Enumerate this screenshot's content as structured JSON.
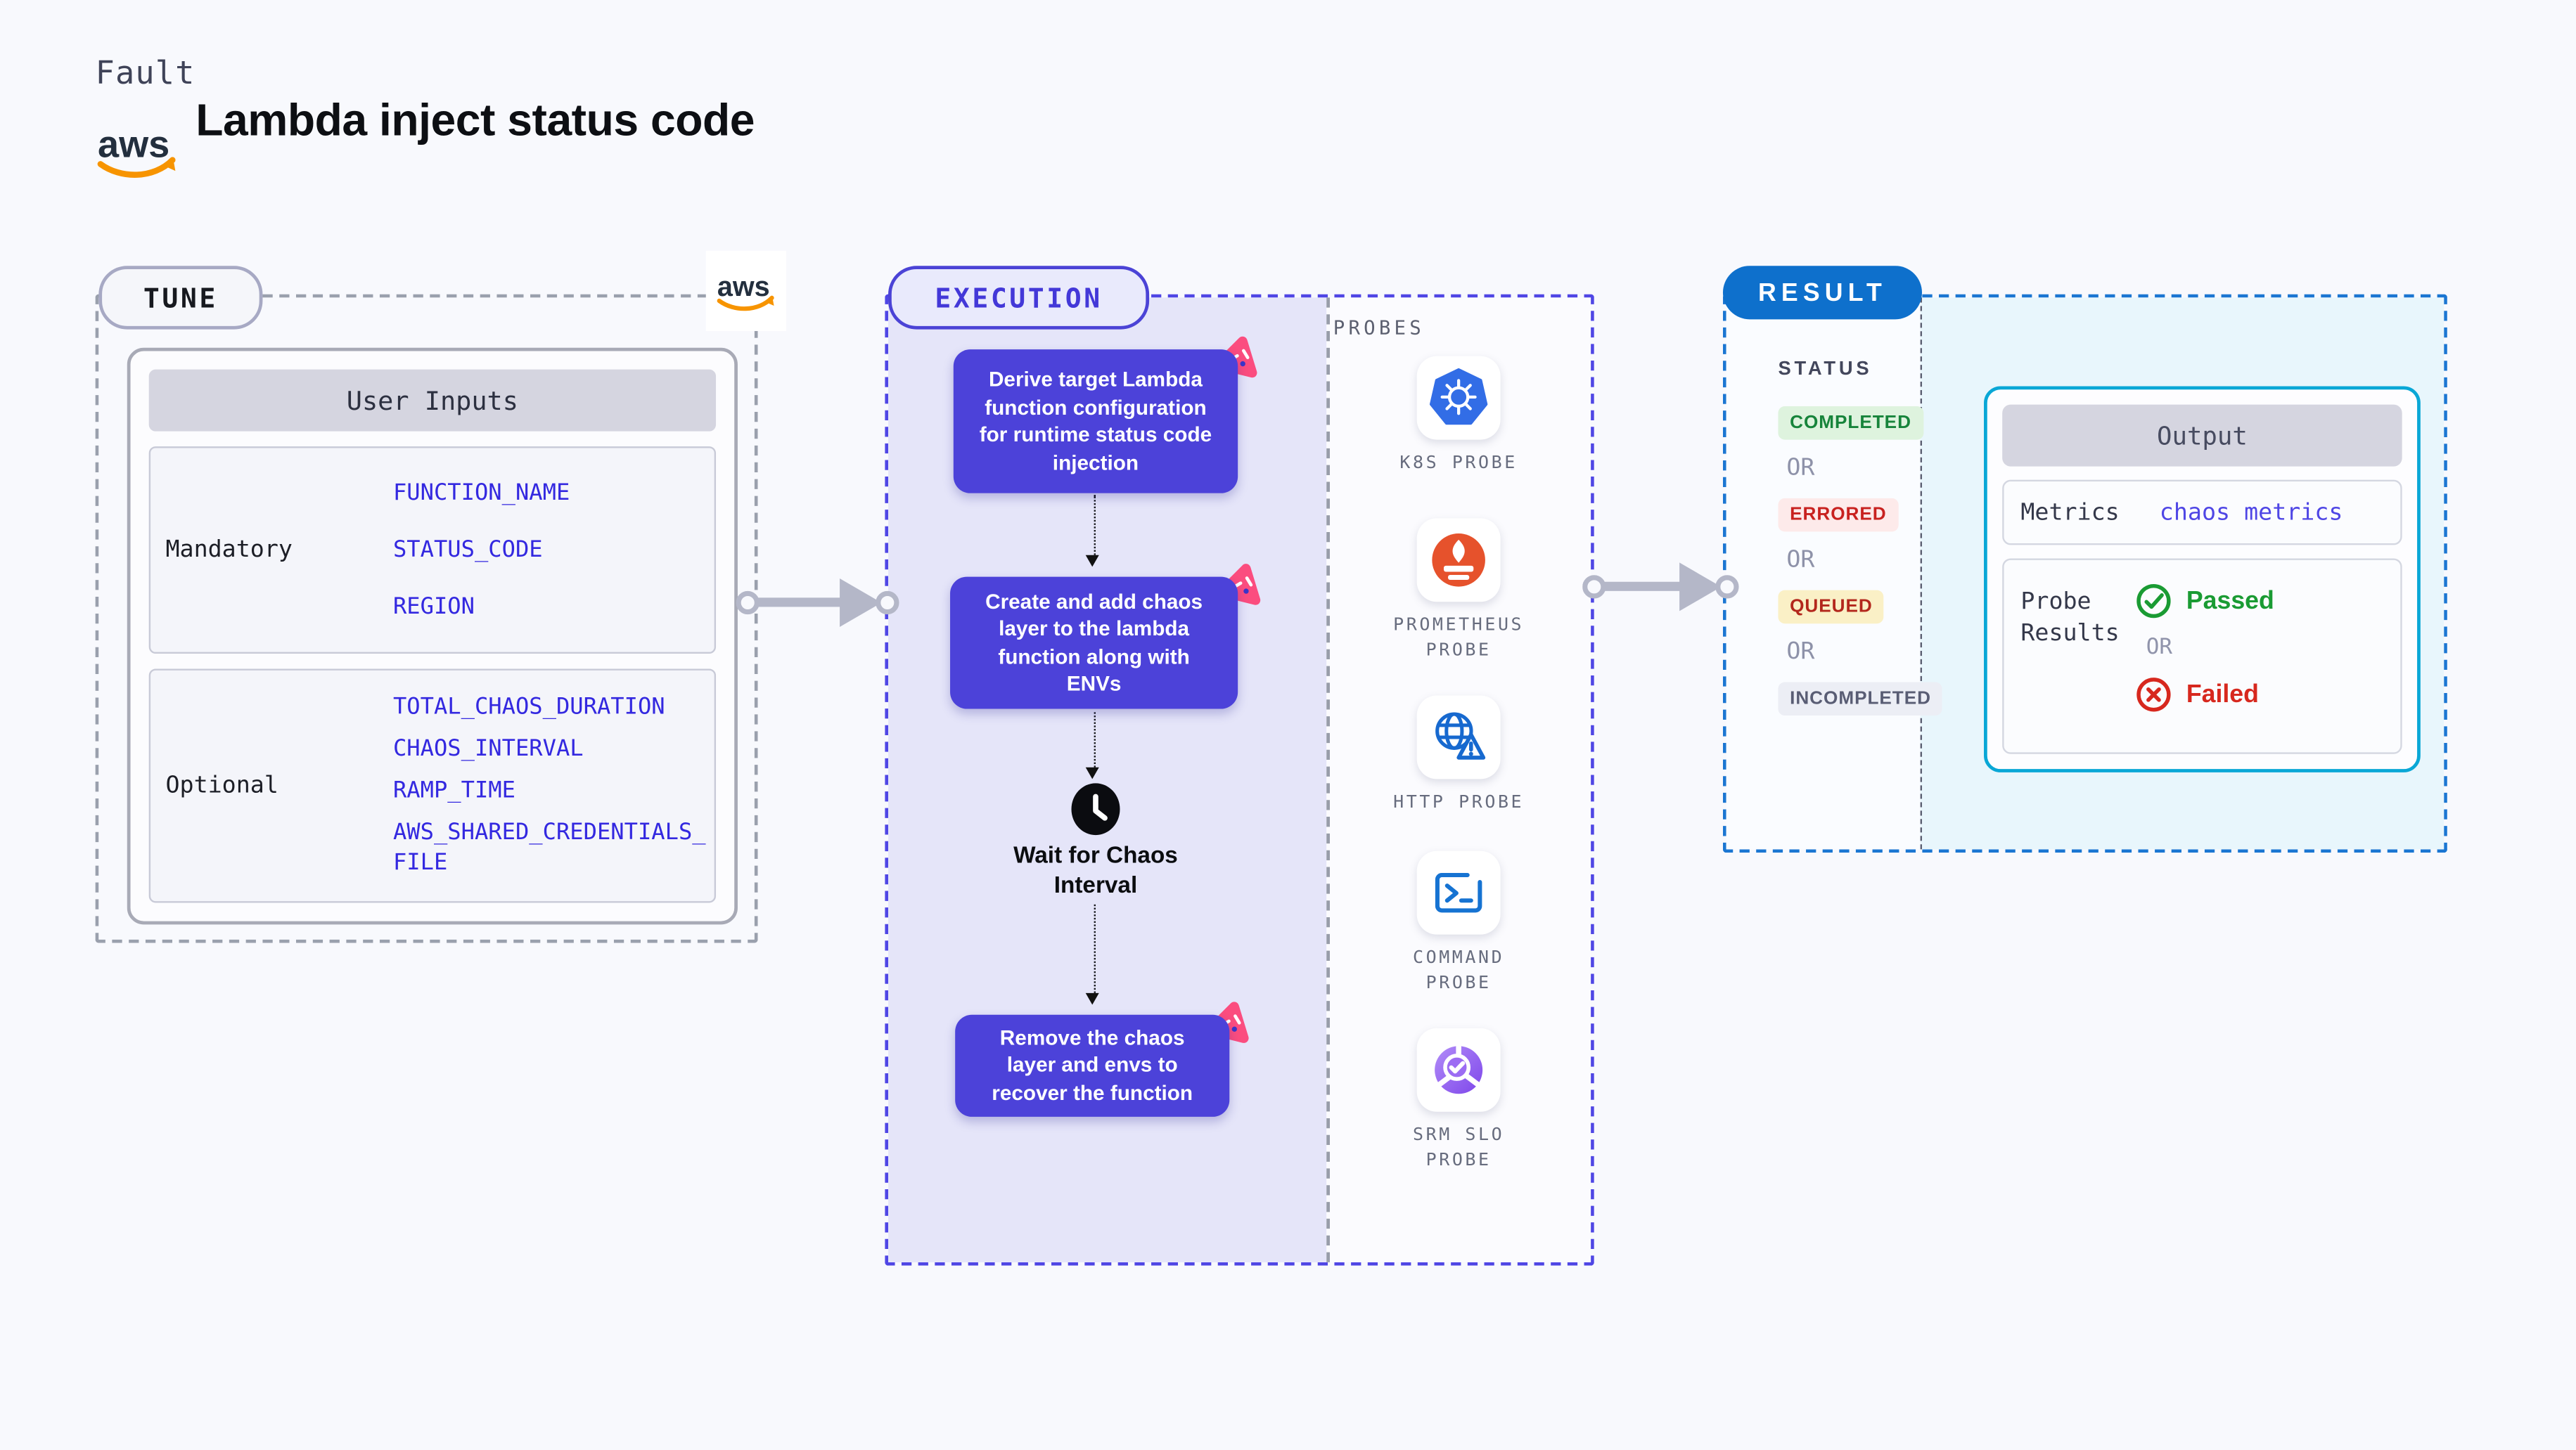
{
  "header": {
    "kicker": "Fault",
    "title": "Lambda inject status code",
    "logo_label": "aws"
  },
  "tune": {
    "badge": "TUNE",
    "table": {
      "title": "User Inputs",
      "groups": [
        {
          "label": "Mandatory",
          "params": [
            "FUNCTION_NAME",
            "STATUS_CODE",
            "REGION"
          ]
        },
        {
          "label": "Optional",
          "params": [
            "TOTAL_CHAOS_DURATION",
            "CHAOS_INTERVAL",
            "RAMP_TIME",
            "AWS_SHARED_CREDENTIALS_FILE"
          ]
        }
      ]
    }
  },
  "execution": {
    "badge": "EXECUTION",
    "steps": [
      {
        "text": "Derive target Lambda\nfunction configuration\nfor runtime status code\ninjection"
      },
      {
        "text": "Create and add chaos\nlayer to the lambda\nfunction along with\nENVs"
      },
      {
        "text": "Remove the chaos\nlayer and envs to\nrecover the function"
      }
    ],
    "wait_label": "Wait for Chaos\nInterval"
  },
  "probes": {
    "title": "PROBES",
    "items": [
      {
        "label": "K8S PROBE",
        "icon": "kubernetes-icon"
      },
      {
        "label": "PROMETHEUS PROBE",
        "icon": "prometheus-icon"
      },
      {
        "label": "HTTP PROBE",
        "icon": "http-globe-warning-icon"
      },
      {
        "label": "COMMAND PROBE",
        "icon": "terminal-icon"
      },
      {
        "label": "SRM SLO PROBE",
        "icon": "slo-donut-check-icon"
      }
    ]
  },
  "result": {
    "badge": "RESULT",
    "status_heading": "STATUS",
    "or": "OR",
    "statuses": [
      {
        "label": "COMPLETED",
        "text_color": "#17843b",
        "bg": "#def3de"
      },
      {
        "label": "ERRORED",
        "text_color": "#c8211f",
        "bg": "#fdeaea"
      },
      {
        "label": "QUEUED",
        "text_color": "#b3271c",
        "bg": "#faf0c6"
      },
      {
        "label": "INCOMPLETED",
        "text_color": "#595d74",
        "bg": "#eceef5"
      }
    ],
    "output": {
      "title": "Output",
      "metrics_label": "Metrics",
      "metrics_value": "chaos metrics",
      "probe_results_label": "Probe Results",
      "passed_label": "Passed",
      "or": "OR",
      "failed_label": "Failed"
    }
  },
  "colors": {
    "accent_indigo": "#4c42d9",
    "accent_pink": "#fb4d7f",
    "result_blue": "#0e70cc",
    "output_cyan": "#09a7d6",
    "passed_green": "#1a9b33",
    "failed_red": "#d7281e",
    "aws_orange": "#f79400",
    "kubernetes_blue": "#326de6",
    "prometheus_orange": "#e6522c"
  }
}
